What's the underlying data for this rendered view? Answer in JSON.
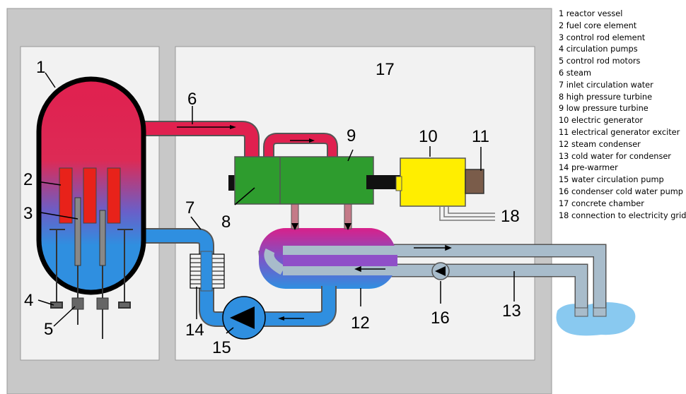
{
  "diagram": {
    "labels": {
      "n1": "1",
      "n2": "2",
      "n3": "3",
      "n4": "4",
      "n5": "5",
      "n6": "6",
      "n7": "7",
      "n8": "8",
      "n9": "9",
      "n10": "10",
      "n11": "11",
      "n12": "12",
      "n13": "13",
      "n14": "14",
      "n15": "15",
      "n16": "16",
      "n17": "17",
      "n18": "18"
    },
    "colors": {
      "concrete": "#c8c8c8",
      "chamber": "#f2f2f2",
      "hot_steam": "#e0204f",
      "cool_water": "#2f8fe0",
      "condenser_pipe": "#a8bccb",
      "turbine": "#2e9c2e",
      "generator": "#ffee00",
      "exciter": "#7a5c4a",
      "fuel": "#e8221a",
      "lake": "#89c9f0"
    }
  },
  "legend": {
    "items": [
      "1 reactor vessel",
      "2 fuel core element",
      "3 control rod element",
      "4 circulation pumps",
      "5 control rod motors",
      "6 steam",
      "7 inlet circulation water",
      "8 high pressure turbine",
      "9 low pressure turbine",
      "10 electric generator",
      "11 electrical generator exciter",
      "12 steam condenser",
      "13 cold water for condenser",
      "14 pre-warmer",
      "15 water circulation pump",
      "16 condenser cold water pump",
      "17 concrete chamber",
      "18 connection to electricity grid"
    ]
  }
}
